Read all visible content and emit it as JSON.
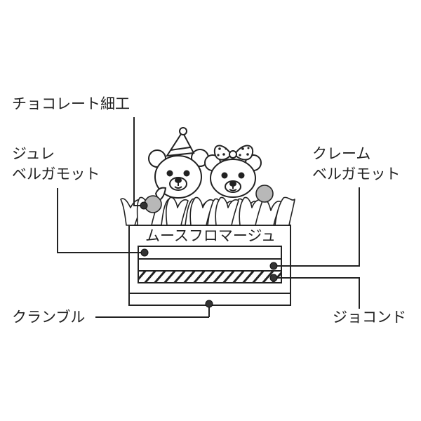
{
  "labels": {
    "choco_work": "チョコレート細工",
    "jule_line1": "ジュレ",
    "jule_line2": "ベルガモット",
    "creme_line1": "クレーム",
    "creme_line2": "ベルガモット",
    "crumble": "クランブル",
    "joconde": "ジョコンド",
    "mousse": "ムースフロマージュ"
  },
  "colors": {
    "line": "#222222",
    "dot": "#333333",
    "ball": "#b8b8b8"
  }
}
